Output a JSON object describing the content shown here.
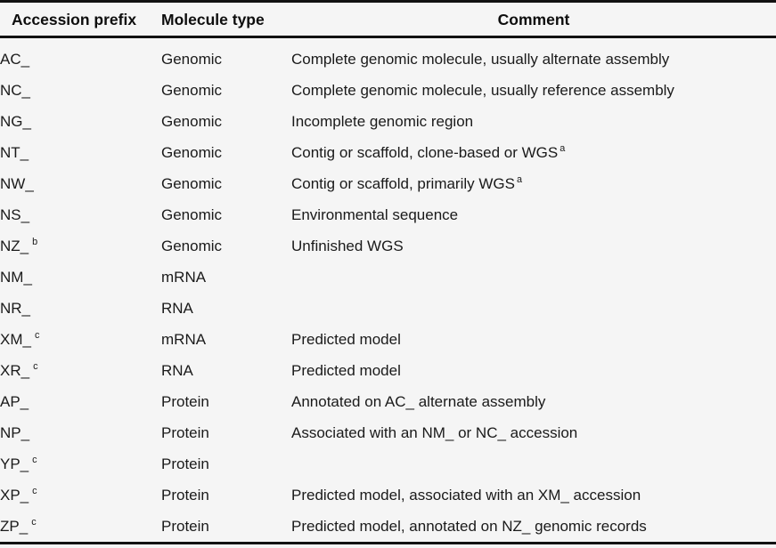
{
  "table": {
    "headers": {
      "accession_prefix": "Accession prefix",
      "molecule_type": "Molecule type",
      "comment": "Comment"
    },
    "rows": [
      {
        "prefix": "AC_",
        "prefix_sup": "",
        "type": "Genomic",
        "comment": "Complete genomic molecule, usually alternate assembly",
        "comment_sup": ""
      },
      {
        "prefix": "NC_",
        "prefix_sup": "",
        "type": "Genomic",
        "comment": "Complete genomic molecule, usually reference assembly",
        "comment_sup": ""
      },
      {
        "prefix": "NG_",
        "prefix_sup": "",
        "type": "Genomic",
        "comment": "Incomplete genomic region",
        "comment_sup": ""
      },
      {
        "prefix": "NT_",
        "prefix_sup": "",
        "type": "Genomic",
        "comment": "Contig or scaffold, clone-based or WGS",
        "comment_sup": "a"
      },
      {
        "prefix": "NW_",
        "prefix_sup": "",
        "type": "Genomic",
        "comment": "Contig or scaffold, primarily WGS",
        "comment_sup": "a"
      },
      {
        "prefix": "NS_",
        "prefix_sup": "",
        "type": "Genomic",
        "comment": "Environmental sequence",
        "comment_sup": ""
      },
      {
        "prefix": "NZ_",
        "prefix_sup": "b",
        "type": "Genomic",
        "comment": "Unfinished WGS",
        "comment_sup": ""
      },
      {
        "prefix": "NM_",
        "prefix_sup": "",
        "type": "mRNA",
        "comment": "",
        "comment_sup": ""
      },
      {
        "prefix": "NR_",
        "prefix_sup": "",
        "type": "RNA",
        "comment": "",
        "comment_sup": ""
      },
      {
        "prefix": "XM_",
        "prefix_sup": "c",
        "type": "mRNA",
        "comment": "Predicted model",
        "comment_sup": ""
      },
      {
        "prefix": "XR_",
        "prefix_sup": "c",
        "type": "RNA",
        "comment": "Predicted model",
        "comment_sup": ""
      },
      {
        "prefix": "AP_",
        "prefix_sup": "",
        "type": "Protein",
        "comment": "Annotated on AC_ alternate assembly",
        "comment_sup": ""
      },
      {
        "prefix": "NP_",
        "prefix_sup": "",
        "type": "Protein",
        "comment": "Associated with an NM_ or NC_ accession",
        "comment_sup": ""
      },
      {
        "prefix": "YP_",
        "prefix_sup": "c",
        "type": "Protein",
        "comment": "",
        "comment_sup": ""
      },
      {
        "prefix": "XP_",
        "prefix_sup": "c",
        "type": "Protein",
        "comment": "Predicted model, associated with an XM_ accession",
        "comment_sup": ""
      },
      {
        "prefix": "ZP_",
        "prefix_sup": "c",
        "type": "Protein",
        "comment": "Predicted model, annotated on NZ_ genomic records",
        "comment_sup": ""
      }
    ]
  },
  "colors": {
    "background": "#f5f5f5",
    "text": "#1a1a1a",
    "rule": "#121212"
  }
}
